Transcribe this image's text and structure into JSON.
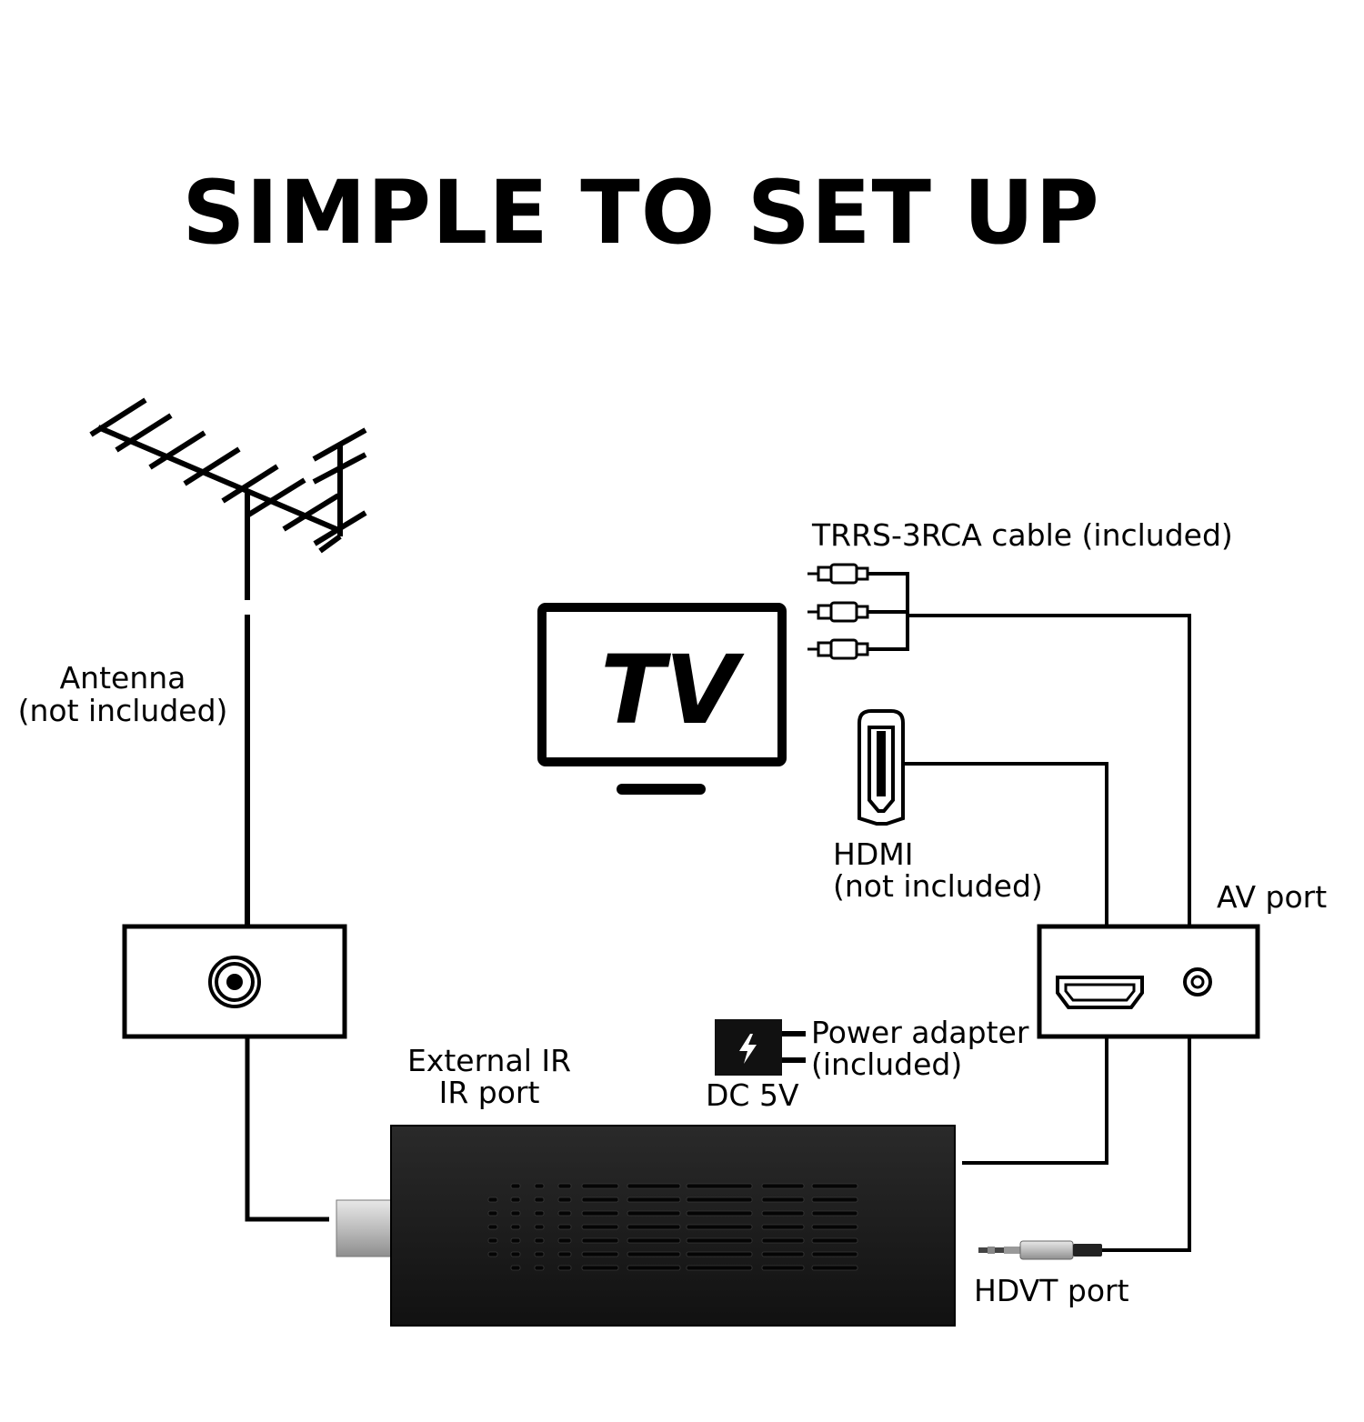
{
  "title": "SIMPLE TO SET UP",
  "labels": {
    "trrs_cable": "TRRS-3RCA cable (included)",
    "antenna": "Antenna",
    "antenna_note": "(not included)",
    "hdmi": "HDMI",
    "hdmi_note": "(not included)",
    "av_port": "AV port",
    "power_adapter": "Power adapter",
    "power_adapter_note": "(included)",
    "external_ir": "External IR",
    "ir_port": "IR port",
    "dc_5v": "DC 5V",
    "hdvt_port": "HDVT port",
    "tv": "TV"
  },
  "icons": [
    "antenna-icon",
    "tv-icon",
    "rca-plug-icon",
    "hdmi-connector-icon",
    "wall-socket-icon",
    "av-port-box-icon",
    "power-adapter-icon",
    "lightning-icon",
    "receiver-stick-icon",
    "audio-jack-icon"
  ],
  "colors": {
    "ink": "#000000",
    "device": "#1a1a1a",
    "metal": "#c8c8c8",
    "background": "#ffffff"
  }
}
